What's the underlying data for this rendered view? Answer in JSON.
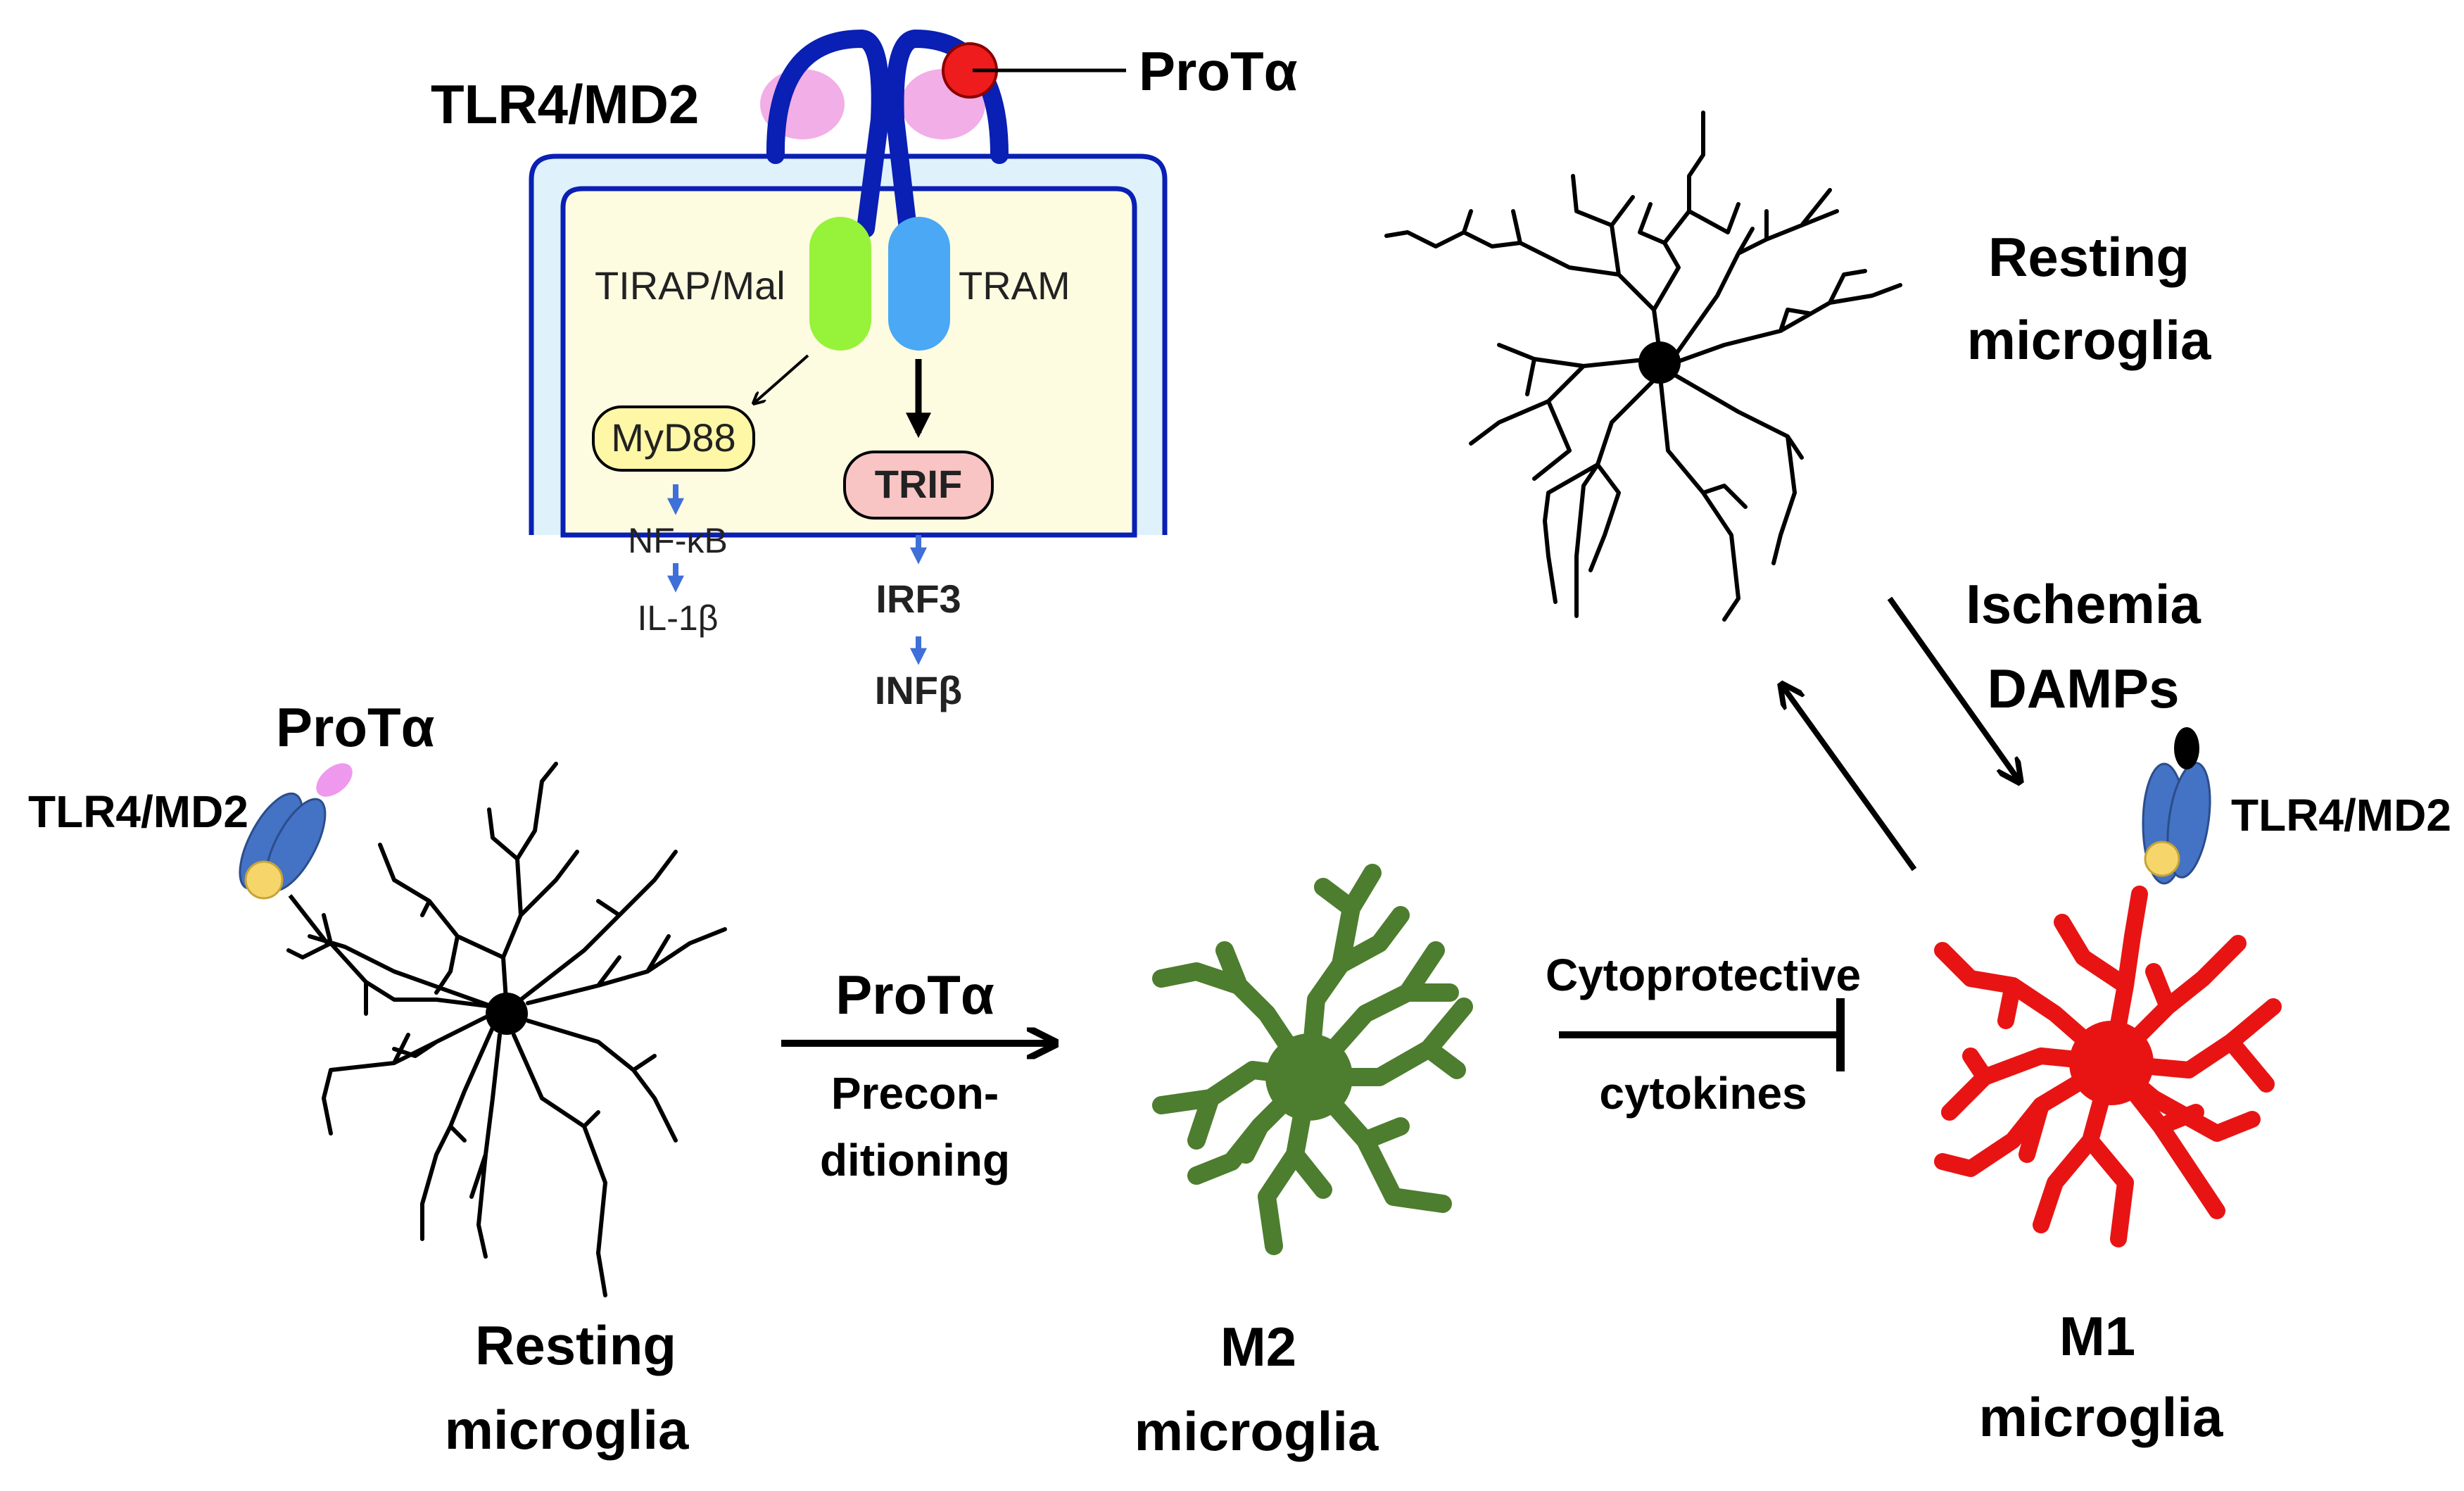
{
  "inset": {
    "receptor_label": "TLR4/MD2",
    "ligand_label": "ProTα",
    "adaptor_left": "TIRAP/Mal",
    "adaptor_right": "TRAM",
    "myd88": "MyD88",
    "nfkb": "NF-κB",
    "il1b": "IL-1β",
    "trif": "TRIF",
    "irf3": "IRF3",
    "infb": "INFβ"
  },
  "cells": {
    "resting_top": {
      "line1": "Resting",
      "line2": "microglia"
    },
    "resting_bottom": {
      "line1": "Resting",
      "line2": "microglia"
    },
    "m2": {
      "line1": "M2",
      "line2": "microglia"
    },
    "m1": {
      "line1": "M1",
      "line2": "microglia"
    }
  },
  "receptors": {
    "left_receptor": "TLR4/MD2",
    "left_ligand": "ProTα",
    "right_receptor": "TLR4/MD2"
  },
  "arrows": {
    "protα_label": "ProTα",
    "precond_line1": "Precon-",
    "precond_line2": "ditioning",
    "cytoprotective_line1": "Cytoprotective",
    "cytoprotective_line2": "cytokines",
    "ischemia_line1": "Ischemia",
    "ischemia_line2": "DAMPs"
  },
  "colors": {
    "receptor_blue": "#0a1fb3",
    "md2_pink": "#f2aee6",
    "ligand_red": "#ee1c1c",
    "cell_bg": "#fdfbe0",
    "membrane_bg": "#dff1fb",
    "tirap_green": "#97f23a",
    "tram_blue": "#4aa8f5",
    "myd88_fill": "#fdf7a6",
    "trif_fill": "#f8c4c4",
    "m2_green": "#4d7d2e",
    "m1_red": "#e81414",
    "small_arrow_blue": "#3f6fd8"
  }
}
